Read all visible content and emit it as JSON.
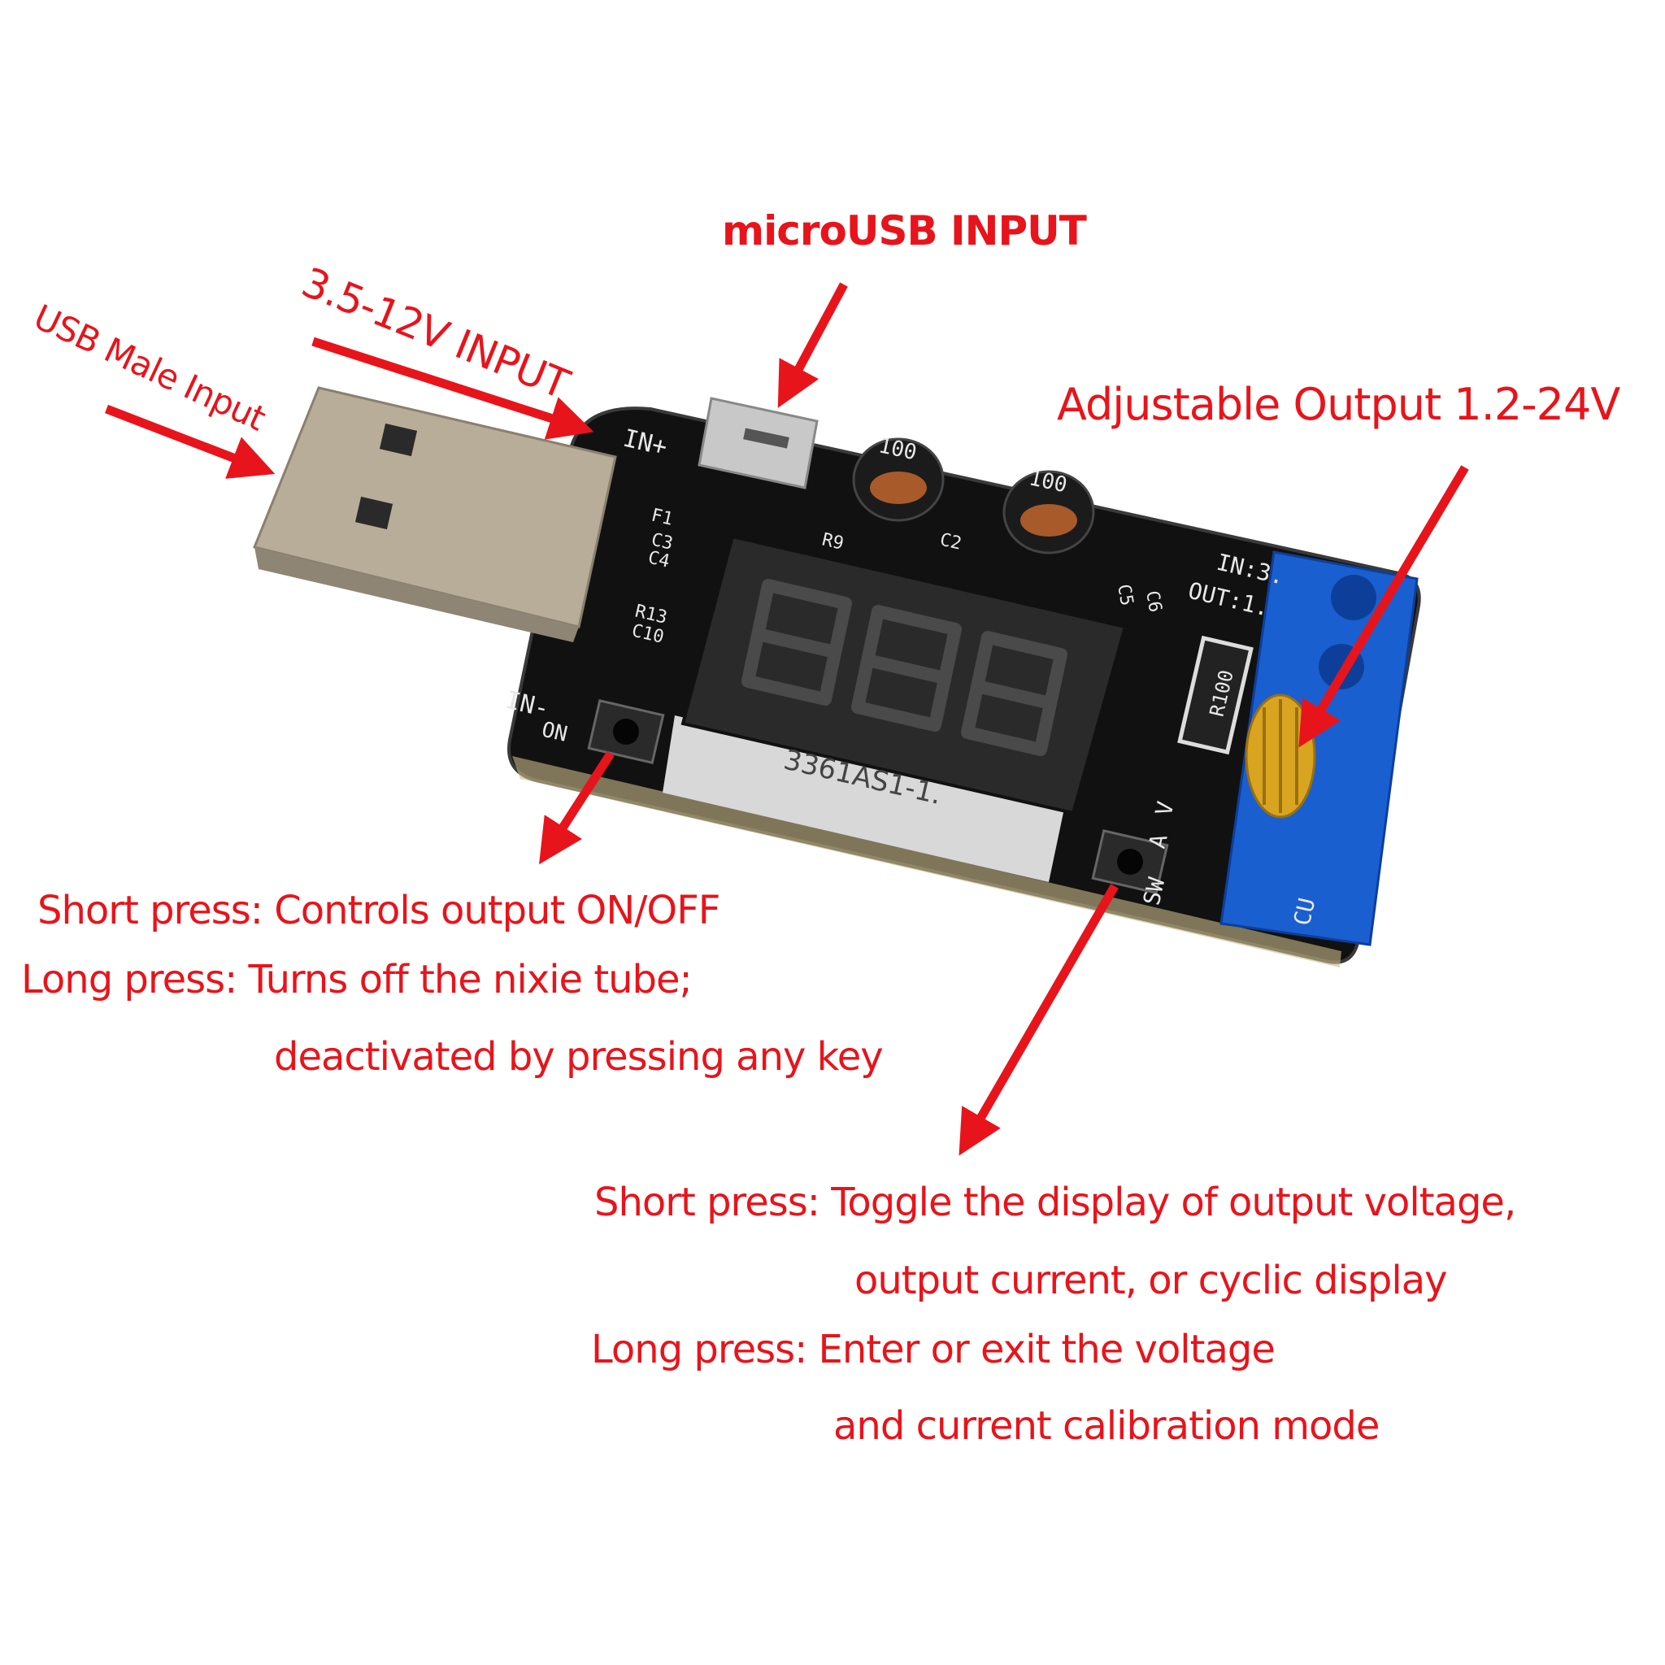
{
  "labels": {
    "micro_usb": "microUSB INPUT",
    "dc_input": "3.5-12V INPUT",
    "usb_male": "USB Male Input",
    "adjustable_output": "Adjustable Output 1.2-24V"
  },
  "on_button_notes": [
    "Short press: Controls output ON/OFF",
    "Long press: Turns off the nixie tube;",
    "deactivated by pressing any key"
  ],
  "sw_button_notes": [
    "Short press: Toggle the display of output voltage,",
    "output current, or cyclic display",
    "Long press: Enter or exit the voltage",
    "and current calibration mode"
  ],
  "pcb_silkscreen": {
    "in_plus": "IN+",
    "in_minus": "IN-",
    "on": "ON",
    "f1": "F1",
    "c3": "C3",
    "c4": "C4",
    "r9": "R9",
    "c2": "C2",
    "r13": "R13",
    "c10": "C10",
    "c5": "C5",
    "c6": "C6",
    "inductor1": "100",
    "inductor2": "100",
    "display_part": "3361AS1-1.",
    "shunt": "R100",
    "in_spec": "IN:3.",
    "out_spec": "OUT:1.",
    "v": "V",
    "a": "A",
    "sw": "SW",
    "cu": "CU"
  },
  "colors": {
    "annotation": "#e8141b",
    "pcb": "#111111",
    "terminal": "#1a5fd0",
    "knob": "#d9a520"
  }
}
